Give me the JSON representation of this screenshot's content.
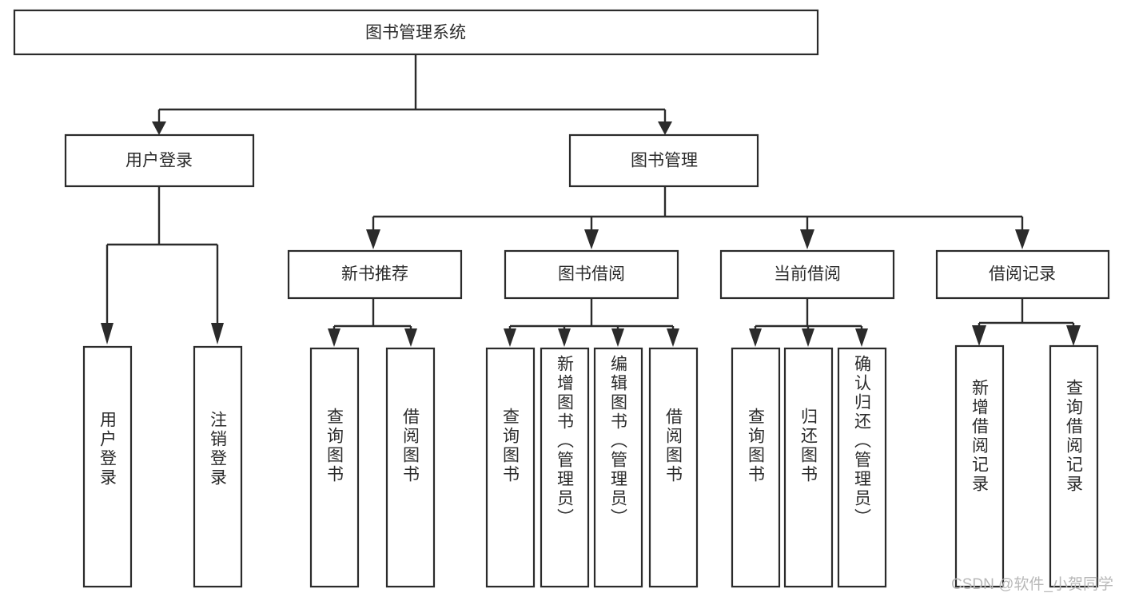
{
  "diagram": {
    "title": "图书管理系统",
    "type": "tree-hierarchy-diagram",
    "colors": {
      "stroke": "#2b2b2b",
      "fill": "#ffffff",
      "background": "#ffffff",
      "watermark": "#b8b8b8"
    },
    "root": {
      "label": "图书管理系统"
    },
    "level2": [
      {
        "label": "用户登录"
      },
      {
        "label": "图书管理"
      }
    ],
    "level3": [
      {
        "label": "新书推荐"
      },
      {
        "label": "图书借阅"
      },
      {
        "label": "当前借阅"
      },
      {
        "label": "借阅记录"
      }
    ],
    "leaves": {
      "user_login": [
        {
          "label": "用户登录"
        },
        {
          "label": "注销登录"
        }
      ],
      "new_book_recommend": [
        {
          "label": "查询图书"
        },
        {
          "label": "借阅图书"
        }
      ],
      "book_borrow": [
        {
          "label": "查询图书"
        },
        {
          "label": "新增图书（管理员）"
        },
        {
          "label": "编辑图书（管理员）"
        },
        {
          "label": "借阅图书"
        }
      ],
      "current_borrow": [
        {
          "label": "查询图书"
        },
        {
          "label": "归还图书"
        },
        {
          "label": "确认归还（管理员）"
        }
      ],
      "borrow_records": [
        {
          "label": "新增借阅记录"
        },
        {
          "label": "查询借阅记录"
        }
      ]
    }
  },
  "watermark": {
    "text": "CSDN @软件_小贺同学"
  }
}
